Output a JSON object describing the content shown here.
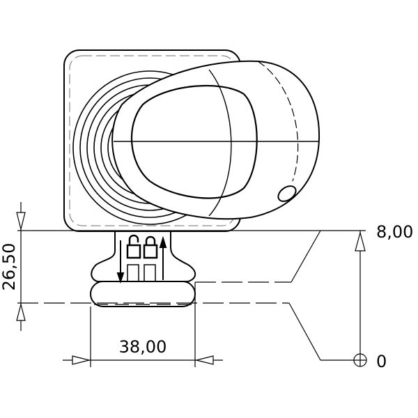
{
  "drawing": {
    "dimensions": {
      "height_label": "26,50",
      "width_label": "38,00",
      "level_top_label": "8,00",
      "level_zero_label": "0"
    },
    "colors": {
      "line": "#000000",
      "hidden": "#888888",
      "background": "#ffffff"
    }
  }
}
